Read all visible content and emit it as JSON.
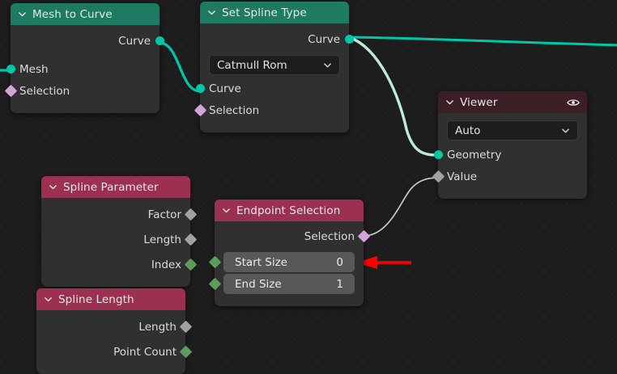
{
  "app": {
    "editor": "geometry-node-editor",
    "canvas_background": "#1d1d1d",
    "node_body_color": "#303030",
    "value_field_color": "#585858"
  },
  "colors": {
    "geometry_header": "#1e7a63",
    "input_header": "#9b3050",
    "output_header": "#3c1f25",
    "socket_geometry": "#00c7a7",
    "socket_field_grey": "#a1a1a1",
    "socket_boolean": "#d2a4d8",
    "socket_integer": "#5b9e5b",
    "link_geometry": "#00c7a7",
    "link_active": "#bfe9d9",
    "link_field": "#c9c9c9",
    "annotation_arrow": "#ff0000"
  },
  "nodes": [
    {
      "id": "mesh-to-curve",
      "title": "Mesh to Curve",
      "header_color": "#1e7a63",
      "outputs": [
        {
          "label": "Curve",
          "socket": "geometry"
        }
      ],
      "inputs": [
        {
          "label": "Mesh",
          "socket": "geometry"
        },
        {
          "label": "Selection",
          "socket": "boolean"
        }
      ]
    },
    {
      "id": "set-spline-type",
      "title": "Set Spline Type",
      "header_color": "#1e7a63",
      "outputs": [
        {
          "label": "Curve",
          "socket": "geometry"
        }
      ],
      "dropdown": {
        "value": "Catmull Rom",
        "icon": "chevron-down-icon"
      },
      "inputs": [
        {
          "label": "Curve",
          "socket": "geometry"
        },
        {
          "label": "Selection",
          "socket": "boolean"
        }
      ]
    },
    {
      "id": "viewer",
      "title": "Viewer",
      "header_color": "#3c1f25",
      "header_icon": "eye-icon",
      "dropdown": {
        "value": "Auto",
        "icon": "chevron-down-icon"
      },
      "inputs": [
        {
          "label": "Geometry",
          "socket": "geometry"
        },
        {
          "label": "Value",
          "socket": "field-grey"
        }
      ]
    },
    {
      "id": "spline-parameter",
      "title": "Spline Parameter",
      "header_color": "#9b3050",
      "outputs": [
        {
          "label": "Factor",
          "socket": "field-grey"
        },
        {
          "label": "Length",
          "socket": "field-grey"
        },
        {
          "label": "Index",
          "socket": "integer"
        }
      ]
    },
    {
      "id": "spline-length",
      "title": "Spline Length",
      "header_color": "#9b3050",
      "outputs": [
        {
          "label": "Length",
          "socket": "field-grey"
        },
        {
          "label": "Point Count",
          "socket": "integer"
        }
      ]
    },
    {
      "id": "endpoint-selection",
      "title": "Endpoint Selection",
      "header_color": "#9b3050",
      "outputs": [
        {
          "label": "Selection",
          "socket": "boolean"
        }
      ],
      "value_fields": [
        {
          "label": "Start Size",
          "value": "0",
          "socket": "integer"
        },
        {
          "label": "End Size",
          "value": "1",
          "socket": "integer"
        }
      ]
    }
  ],
  "labels": {
    "mesh_to_curve": {
      "title": "Mesh to Curve",
      "out_curve": "Curve",
      "in_mesh": "Mesh",
      "in_selection": "Selection"
    },
    "set_spline_type": {
      "title": "Set Spline Type",
      "out_curve": "Curve",
      "dropdown": "Catmull Rom",
      "in_curve": "Curve",
      "in_selection": "Selection"
    },
    "viewer": {
      "title": "Viewer",
      "dropdown": "Auto",
      "in_geometry": "Geometry",
      "in_value": "Value"
    },
    "spline_parameter": {
      "title": "Spline Parameter",
      "out_factor": "Factor",
      "out_length": "Length",
      "out_index": "Index"
    },
    "spline_length": {
      "title": "Spline Length",
      "out_length": "Length",
      "out_point_count": "Point Count"
    },
    "endpoint_selection": {
      "title": "Endpoint Selection",
      "out_selection": "Selection",
      "start_size_label": "Start Size",
      "start_size_value": "0",
      "end_size_label": "End Size",
      "end_size_value": "1"
    }
  },
  "annotation": {
    "type": "arrow",
    "direction": "left",
    "color": "#ff0000",
    "points_at": "start-size-field"
  }
}
